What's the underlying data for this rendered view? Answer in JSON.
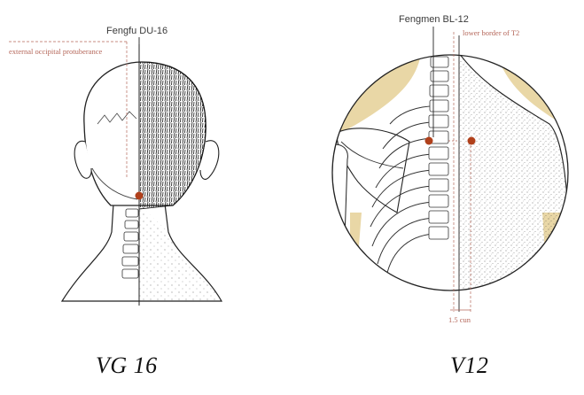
{
  "left_figure": {
    "point_label": "Fengfu DU-16",
    "landmark_label": "external occipital protuberance",
    "caption": "VG 16",
    "point_color": "#b0401b"
  },
  "right_figure": {
    "point_label": "Fengmen BL-12",
    "landmark_label": "lower border of T2",
    "measure_label": "1.5 cun",
    "caption": "V12",
    "point_color": "#b0401b",
    "skin_tint": "#e9d7a6"
  },
  "colors": {
    "annotation_red": "#b5675a",
    "ink": "#222222"
  }
}
